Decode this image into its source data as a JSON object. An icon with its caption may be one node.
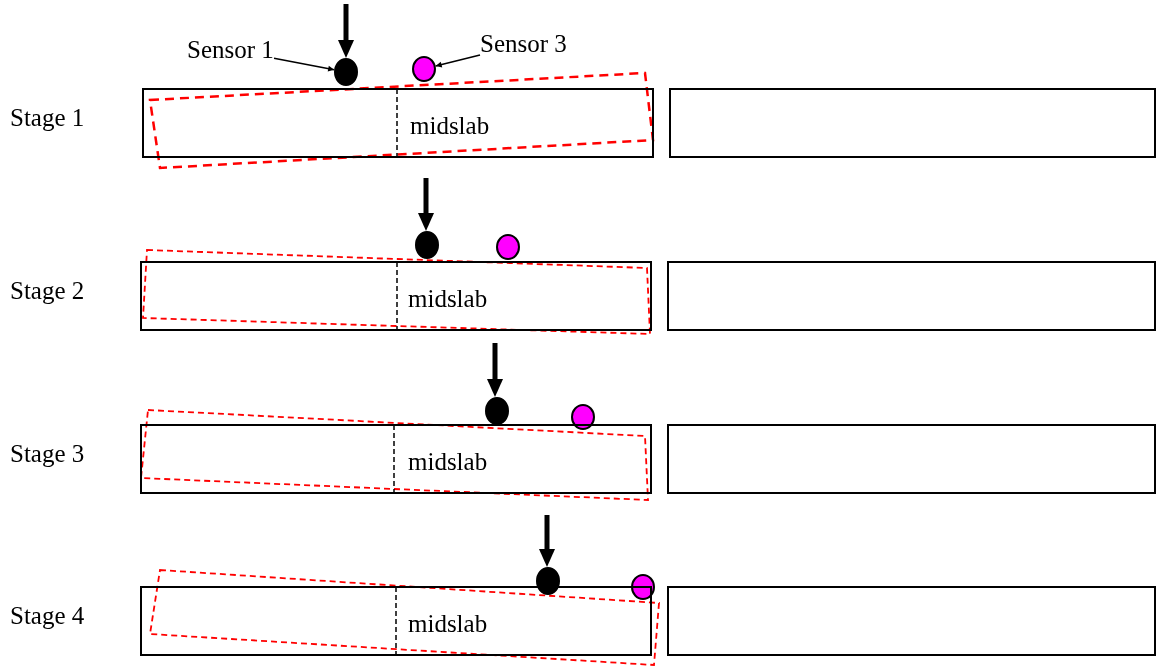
{
  "diagram": {
    "nodes": [
      {
        "text": [
          "Sensor 1"
        ]
      },
      {
        "text": [
          "Sensor 3"
        ]
      },
      {
        "text": [],
        "shape": "circle"
      },
      {
        "text": [],
        "shape": "circle"
      },
      {
        "text": [
          "midslab"
        ]
      },
      {
        "text": [],
        "shape": "box"
      },
      {
        "text": [],
        "shape": "circle"
      },
      {
        "text": [],
        "shape": "circle"
      },
      {
        "text": [
          "midslab"
        ]
      },
      {
        "text": [],
        "shape": "box"
      },
      {
        "text": [],
        "shape": "circle"
      },
      {
        "text": [],
        "shape": "circle"
      },
      {
        "text": [
          "midslab"
        ]
      },
      {
        "text": [],
        "shape": "box"
      },
      {
        "text": [],
        "shape": "circle"
      },
      {
        "text": [],
        "shape": "circle"
      },
      {
        "text": [
          "midslab"
        ]
      },
      {
        "text": [],
        "shape": "box"
      }
    ],
    "edges": [
      {
        "from": 0,
        "to": 2,
        "arrow": "to"
      },
      {
        "from": 1,
        "to": 3,
        "arrow": "to"
      }
    ],
    "labels": [
      "Stage 1",
      "Stage 2",
      "Stage 3",
      "Stage 4"
    ]
  }
}
